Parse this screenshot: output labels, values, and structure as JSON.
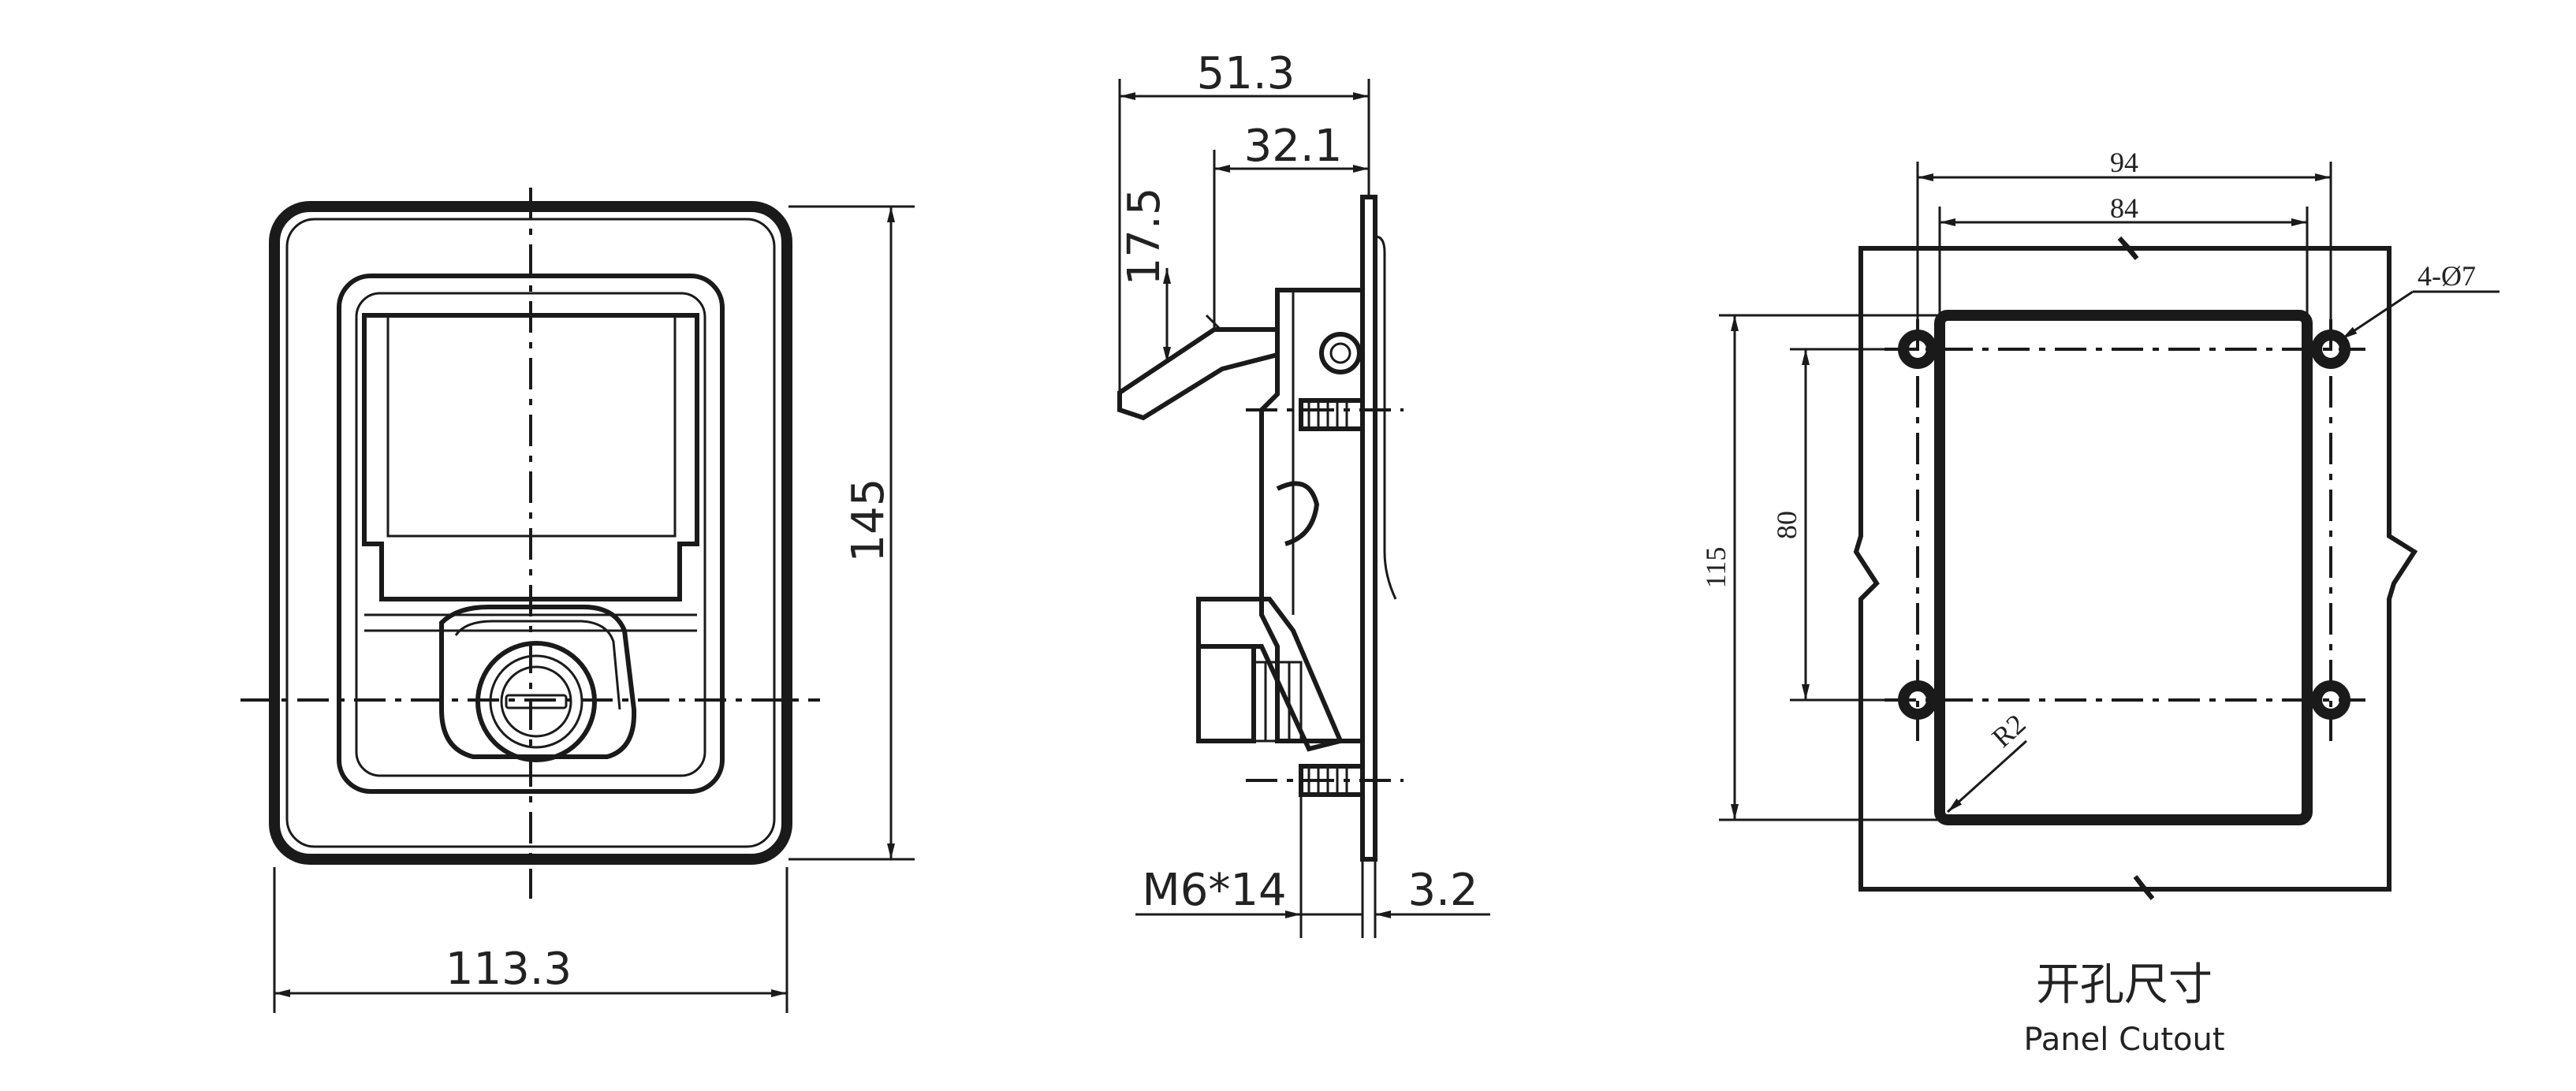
{
  "front_view": {
    "width_dim": "113.3",
    "height_dim": "145"
  },
  "side_view": {
    "overall_depth_dim": "51.3",
    "handle_depth_dim": "32.1",
    "handle_lift_dim": "17.5",
    "stud_dim": "M6*14",
    "flange_dim": "3.2"
  },
  "cutout_view": {
    "outer_width_dim": "94",
    "inner_width_dim": "84",
    "outer_height_dim": "115",
    "inner_height_dim": "80",
    "holes_dim": "4-Ø7",
    "corner_radius_dim": "R2",
    "caption_cn": "开孔尺寸",
    "caption_en": "Panel Cutout"
  }
}
